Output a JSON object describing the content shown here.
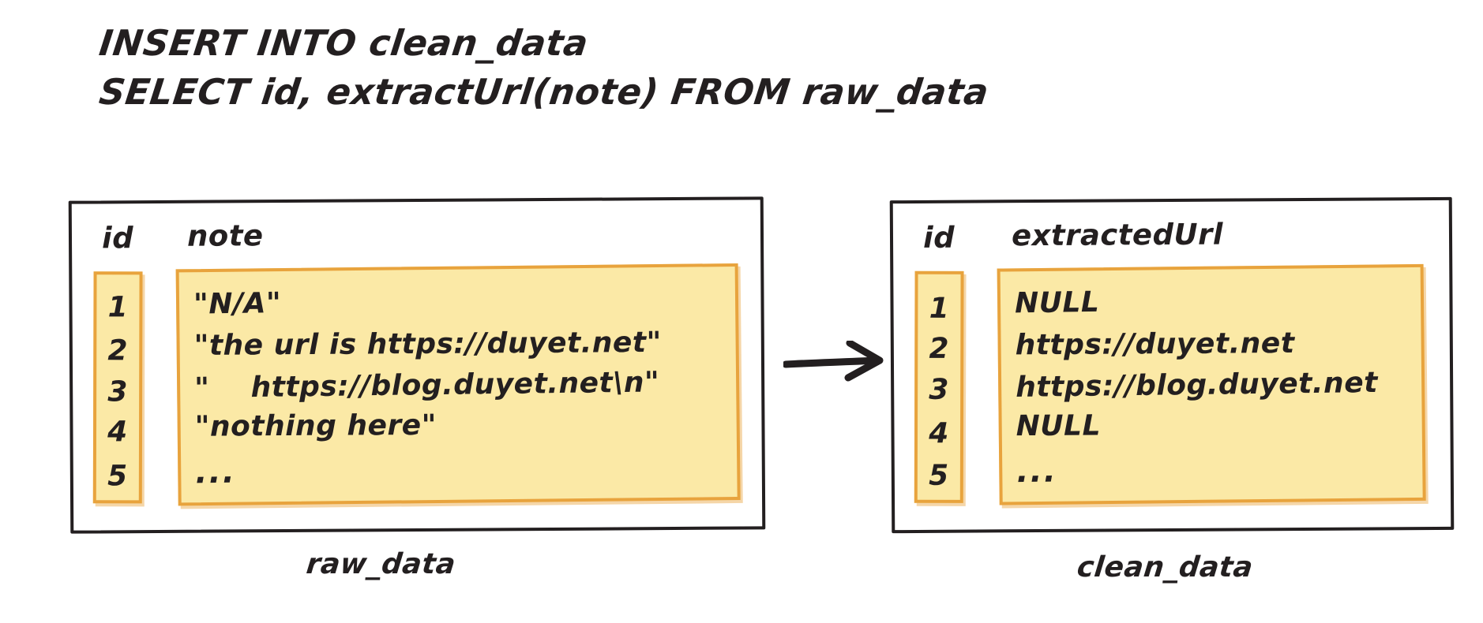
{
  "query": {
    "line1": "INSERT INTO clean_data",
    "line2": "SELECT id, extractUrl(note) FROM raw_data"
  },
  "colors": {
    "ink": "#231f20",
    "cell_fill": "#FBE9A6",
    "cell_border": "#E8A33D",
    "background": "#FFFFFF"
  },
  "arrow": {
    "icon": "arrow-right-icon",
    "direction": "right"
  },
  "source_table": {
    "caption": "raw_data",
    "columns": [
      "id",
      "note"
    ],
    "ids": [
      "1",
      "2",
      "3",
      "4",
      "5"
    ],
    "values": [
      "\"N/A\"",
      "\"the url is https://duyet.net\"",
      "\"    https://blog.duyet.net\\n\"",
      "\"nothing here\"",
      "..."
    ]
  },
  "target_table": {
    "caption": "clean_data",
    "columns": [
      "id",
      "extractedUrl"
    ],
    "ids": [
      "1",
      "2",
      "3",
      "4",
      "5"
    ],
    "values": [
      "NULL",
      "https://duyet.net",
      "https://blog.duyet.net",
      "NULL",
      "..."
    ]
  }
}
